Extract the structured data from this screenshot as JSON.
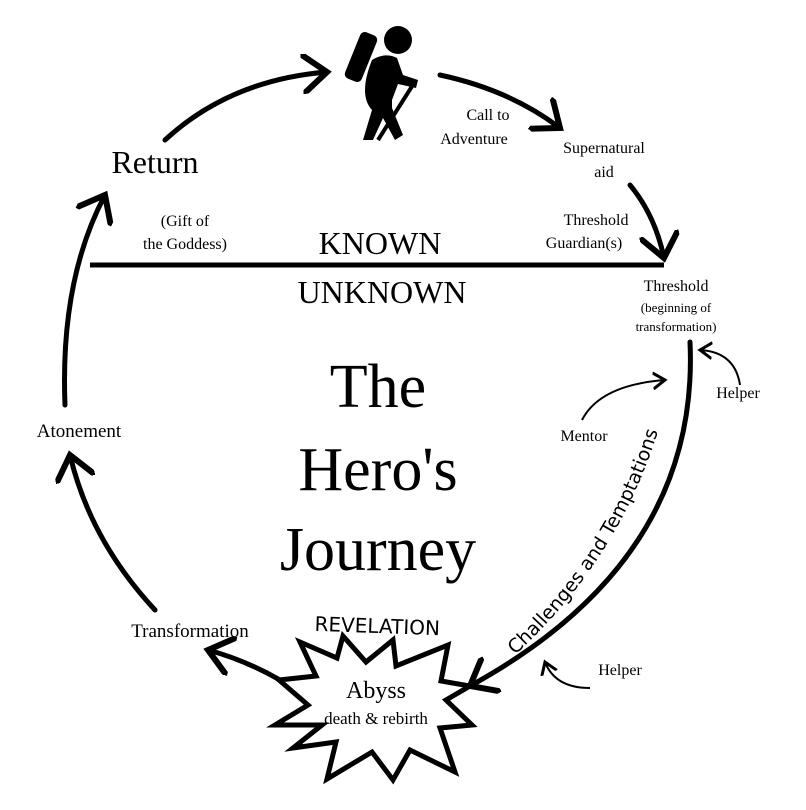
{
  "title": {
    "line1": "The",
    "line2": "Hero's",
    "line3": "Journey"
  },
  "known": "KNOWN",
  "unknown": "UNKNOWN",
  "stages": {
    "call": {
      "line1": "Call to",
      "line2": "Adventure"
    },
    "supernatural": {
      "line1": "Supernatural",
      "line2": "aid"
    },
    "guardian": {
      "line1": "Threshold",
      "line2": "Guardian(s)"
    },
    "threshold": {
      "line1": "Threshold",
      "line2": "(beginning of",
      "line3": "transformation)"
    },
    "helper1": "Helper",
    "mentor": "Mentor",
    "challenges": "Challenges and Temptations",
    "helper2": "Helper",
    "revelation": "REVELATION",
    "abyss": "Abyss",
    "abyss_sub": "death & rebirth",
    "transformation": "Transformation",
    "atonement": "Atonement",
    "return": "Return",
    "gift": {
      "line1": "(Gift of",
      "line2": "the Goddess)"
    }
  },
  "icons": {
    "hero": "hiker-icon"
  }
}
